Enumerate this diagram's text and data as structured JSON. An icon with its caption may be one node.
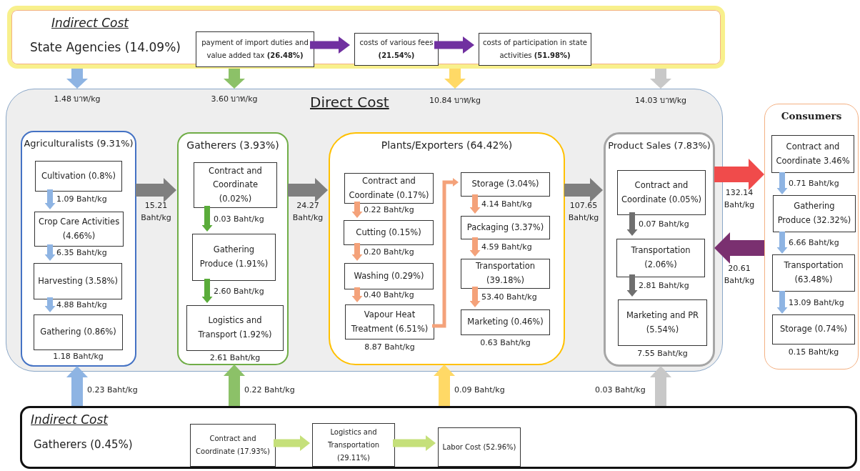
{
  "diagram": {
    "nodes": [
      {
        "text": [
          "Indirect Cost",
          "State Agencies (14.09%)"
        ]
      },
      {
        "text": [
          "payment of import duties and value added tax **(26.48%)**"
        ],
        "in": 0
      },
      {
        "text": [
          "costs of various fees **(21.54%)**"
        ],
        "in": 0
      },
      {
        "text": [
          "costs of participation in state activities **(51.98%)**"
        ],
        "in": 0
      },
      {
        "text": [
          "Direct Cost"
        ]
      },
      {
        "text": [
          "Agriculturalists (9.31%)"
        ],
        "in": 4
      },
      {
        "text": [
          "Cultivation (0.8%)"
        ],
        "in": 5
      },
      {
        "text": [
          "Crop Care Activities (4.66%)"
        ],
        "in": 5
      },
      {
        "text": [
          "Harvesting (3.58%)"
        ],
        "in": 5
      },
      {
        "text": [
          "Gathering (0.86%)"
        ],
        "in": 5,
        "beside": [
          "1.18 Baht/kg"
        ]
      },
      {
        "text": [
          "Gatherers (3.93%)"
        ],
        "in": 4
      },
      {
        "text": [
          "Contract and Coordinate (0.02%)"
        ],
        "in": 10
      },
      {
        "text": [
          "Gathering Produce (1.91%)"
        ],
        "in": 10
      },
      {
        "text": [
          "Logistics and Transport (1.92%)"
        ],
        "in": 10,
        "beside": [
          "2.61 Baht/kg"
        ]
      },
      {
        "text": [
          "Plants/Exporters (64.42%)"
        ],
        "in": 4
      },
      {
        "text": [
          "Contract and Coordinate (0.17%)"
        ],
        "in": 14
      },
      {
        "text": [
          "Cutting (0.15%)"
        ],
        "in": 14
      },
      {
        "text": [
          "Washing (0.29%)"
        ],
        "in": 14
      },
      {
        "text": [
          "Vapour Heat Treatment (6.51%)"
        ],
        "in": 14,
        "beside": [
          "8.87 Baht/kg"
        ]
      },
      {
        "text": [
          "Storage (3.04%)"
        ],
        "in": 14
      },
      {
        "text": [
          "Packaging (3.37%)"
        ],
        "in": 14
      },
      {
        "text": [
          "Transportation (39.18%)"
        ],
        "in": 14
      },
      {
        "text": [
          "Marketing (0.46%)"
        ],
        "in": 14,
        "beside": [
          "0.63 Baht/kg"
        ]
      },
      {
        "text": [
          "Product Sales (7.83%)"
        ],
        "in": 4
      },
      {
        "text": [
          "Contract and Coordinate (0.05%)"
        ],
        "in": 23
      },
      {
        "text": [
          "Transportation (2.06%)"
        ],
        "in": 23
      },
      {
        "text": [
          "Marketing and PR (5.54%)"
        ],
        "in": 23,
        "beside": [
          "7.55 Baht/kg"
        ]
      },
      {
        "text": [
          "Consumers"
        ]
      },
      {
        "text": [
          "Contract and Coordinate 3.46%"
        ],
        "in": 27
      },
      {
        "text": [
          "Gathering Produce (32.32%)"
        ],
        "in": 27
      },
      {
        "text": [
          "Transportation (63.48%)"
        ],
        "in": 27
      },
      {
        "text": [
          "Storage (0.74%)"
        ],
        "in": 27,
        "beside": [
          "0.15 Baht/kg"
        ]
      },
      {
        "text": [
          "Indirect Cost",
          "Gatherers (0.45%)"
        ]
      },
      {
        "text": [
          "Contract and Coordinate (17.93%)"
        ],
        "in": 32
      },
      {
        "text": [
          "Logistics and Transportation (29.11%)"
        ],
        "in": 32
      },
      {
        "text": [
          "Labor Cost (52.96%)"
        ],
        "in": 32
      }
    ],
    "edges": [
      {
        "from": 1,
        "to": 2,
        "arrow": "to",
        "color": "#7030a0"
      },
      {
        "from": 2,
        "to": 3,
        "arrow": "to",
        "color": "#7030a0"
      },
      {
        "from": 0,
        "to": 4,
        "arrow": "to",
        "label": "1.48 บาท/kg"
      },
      {
        "from": 0,
        "to": 4,
        "arrow": "to",
        "label": "3.60 บาท/kg",
        "color": "#8cc168"
      },
      {
        "from": 0,
        "to": 4,
        "arrow": "to",
        "label": "10.84 บาท/kg",
        "color": "#ffd966"
      },
      {
        "from": 0,
        "to": 4,
        "arrow": "to",
        "label": "14.03 บาท/kg",
        "color": "#c8c8c8"
      },
      {
        "from": 5,
        "to": 10,
        "arrow": "to",
        "label": "15.21 Baht/kg",
        "color": "#7f7f7f"
      },
      {
        "from": 10,
        "to": 14,
        "arrow": "to",
        "label": "24.27 Baht/kg",
        "color": "#7f7f7f"
      },
      {
        "from": 14,
        "to": 23,
        "arrow": "to",
        "label": "107.65 Baht/kg",
        "color": "#7f7f7f"
      },
      {
        "from": 23,
        "to": 27,
        "arrow": "to",
        "label": "132.14 Baht/kg",
        "color": "#f04b4b"
      },
      {
        "from": 27,
        "to": 23,
        "arrow": "to",
        "label": "20.61 Baht/kg",
        "color": "#7a3070"
      },
      {
        "from": 6,
        "to": 7,
        "arrow": "to",
        "label": "1.09 Baht/kg"
      },
      {
        "from": 7,
        "to": 8,
        "arrow": "to",
        "label": "6.35 Baht/kg"
      },
      {
        "from": 8,
        "to": 9,
        "arrow": "to",
        "label": "4.88 Baht/kg"
      },
      {
        "from": 11,
        "to": 12,
        "arrow": "to",
        "label": "0.03 Baht/kg",
        "color": "#5aac3a"
      },
      {
        "from": 12,
        "to": 13,
        "arrow": "to",
        "label": "2.60 Baht/kg",
        "color": "#5aac3a"
      },
      {
        "from": 15,
        "to": 16,
        "arrow": "to",
        "label": "0.22 Baht/kg",
        "color": "#f4a27a"
      },
      {
        "from": 16,
        "to": 17,
        "arrow": "to",
        "label": "0.20 Baht/kg",
        "color": "#f4a27a"
      },
      {
        "from": 17,
        "to": 18,
        "arrow": "to",
        "label": "0.40 Baht/kg",
        "color": "#f4a27a"
      },
      {
        "from": 18,
        "to": 19,
        "arrow": "to",
        "color": "#f4a27a"
      },
      {
        "from": 19,
        "to": 20,
        "arrow": "to",
        "label": "4.14 Baht/kg",
        "color": "#f4a27a"
      },
      {
        "from": 20,
        "to": 21,
        "arrow": "to",
        "label": "4.59 Baht/kg",
        "color": "#f4a27a"
      },
      {
        "from": 21,
        "to": 22,
        "arrow": "to",
        "label": "53.40 Baht/kg",
        "color": "#f4a27a"
      },
      {
        "from": 24,
        "to": 25,
        "arrow": "to",
        "label": "0.07 Baht/kg",
        "color": "#6f6f6f"
      },
      {
        "from": 25,
        "to": 26,
        "arrow": "to",
        "label": "2.81 Baht/kg",
        "color": "#6f6f6f"
      },
      {
        "from": 28,
        "to": 29,
        "arrow": "to",
        "label": "0.71 Baht/kg"
      },
      {
        "from": 29,
        "to": 30,
        "arrow": "to",
        "label": "6.66 Baht/kg"
      },
      {
        "from": 30,
        "to": 31,
        "arrow": "to",
        "label": "13.09 Baht/kg"
      },
      {
        "from": 32,
        "to": 5,
        "arrow": "to",
        "label": "0.23 Baht/kg"
      },
      {
        "from": 32,
        "to": 10,
        "arrow": "to",
        "label": "0.22 Baht/kg",
        "color": "#8cc168"
      },
      {
        "from": 32,
        "to": 14,
        "arrow": "to",
        "label": "0.09 Baht/kg",
        "color": "#ffd966"
      },
      {
        "from": 32,
        "to": 23,
        "arrow": "to",
        "label": "0.03 Baht/kg",
        "color": "#c8c8c8"
      },
      {
        "from": 33,
        "to": 34,
        "arrow": "to",
        "color": "#c5e07a"
      },
      {
        "from": 34,
        "to": 35,
        "arrow": "to",
        "color": "#c5e07a"
      }
    ]
  }
}
